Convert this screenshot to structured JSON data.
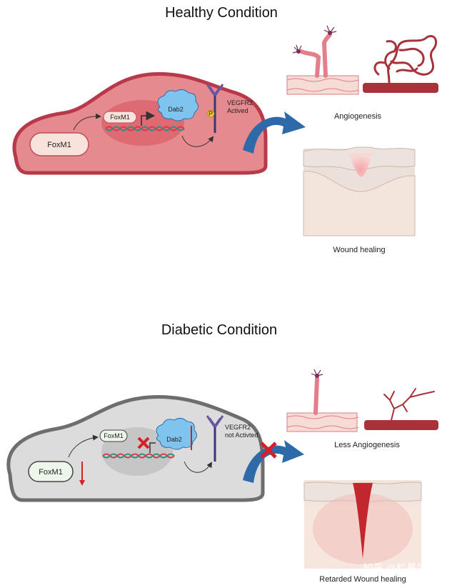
{
  "healthy": {
    "title": "Healthy Condition",
    "foxm1_cell": "FoxM1",
    "foxm1_nucleus": "FoxM1",
    "dab2": "Dab2",
    "receptor": "VEGFR2",
    "receptor_state": "Actived",
    "phospho": "P",
    "angiogenesis": "Angiogenesis",
    "wound": "Wound healing"
  },
  "diabetic": {
    "title": "Diabetic Condition",
    "foxm1_cell": "FoxM1",
    "foxm1_nucleus": "FoxM1",
    "dab2": "Dab2",
    "receptor": "VEGFR2",
    "receptor_state": "not Activted",
    "angiogenesis": "Less Angiogenesis",
    "wound": "Retarded Wound healing"
  },
  "watermark": "知乎 @粒曼生物",
  "colors": {
    "healthy_cell": "#e58a8e",
    "healthy_border": "#b8394a",
    "diabetic_cell": "#dcdcdc",
    "diabetic_border": "#6e6e6e",
    "arrow_blue": "#2f6aa8",
    "inhibit_red": "#d42027",
    "dab2_blue": "#7ec4ee",
    "vessel_red": "#a8323a"
  }
}
